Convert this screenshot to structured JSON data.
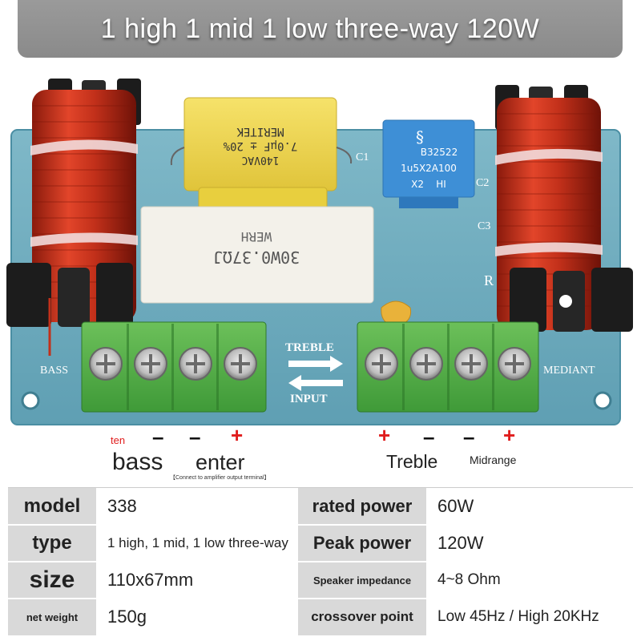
{
  "banner": {
    "title": "1 high 1 mid 1 low three-way 120W"
  },
  "board": {
    "capacitor_yellow": {
      "line1": "140VAC",
      "line2": "7.0µF ± 20%",
      "line3": "MERITEK"
    },
    "capacitor_blue": {
      "line1": "B32522",
      "line2": "1u5X2A100",
      "line3": "X2    HI"
    },
    "resistor": {
      "line1": "30W0.37ΩJ",
      "line2": "WERH"
    },
    "silk_labels": {
      "treble": "TREBLE",
      "input": "INPUT",
      "bass": "BASS",
      "mediant": "MEDIANT",
      "c1": "C1",
      "c2": "C2",
      "c3": "C3",
      "r": "R"
    }
  },
  "terminals": {
    "left_signs": [
      "ten",
      "–",
      "–",
      "+"
    ],
    "right_signs": [
      "+",
      "–",
      "–",
      "+"
    ],
    "bass": "bass",
    "enter": "enter",
    "enter_note": "【Connect to amplifier output terminal】",
    "treble": "Treble",
    "midrange": "Midrange"
  },
  "specs": [
    {
      "k1": "model",
      "v1": "338",
      "k2": "rated power",
      "v2": "60W"
    },
    {
      "k1": "type",
      "v1": "1 high, 1 mid, 1 low three-way",
      "k2": "Peak power",
      "v2": "120W"
    },
    {
      "k1": "size",
      "v1": "110x67mm",
      "k2": "Speaker impedance",
      "v2": "4~8 Ohm"
    },
    {
      "k1": "net weight",
      "v1": "150g",
      "k2": "crossover point",
      "v2": "Low 45Hz / High 20KHz"
    }
  ]
}
